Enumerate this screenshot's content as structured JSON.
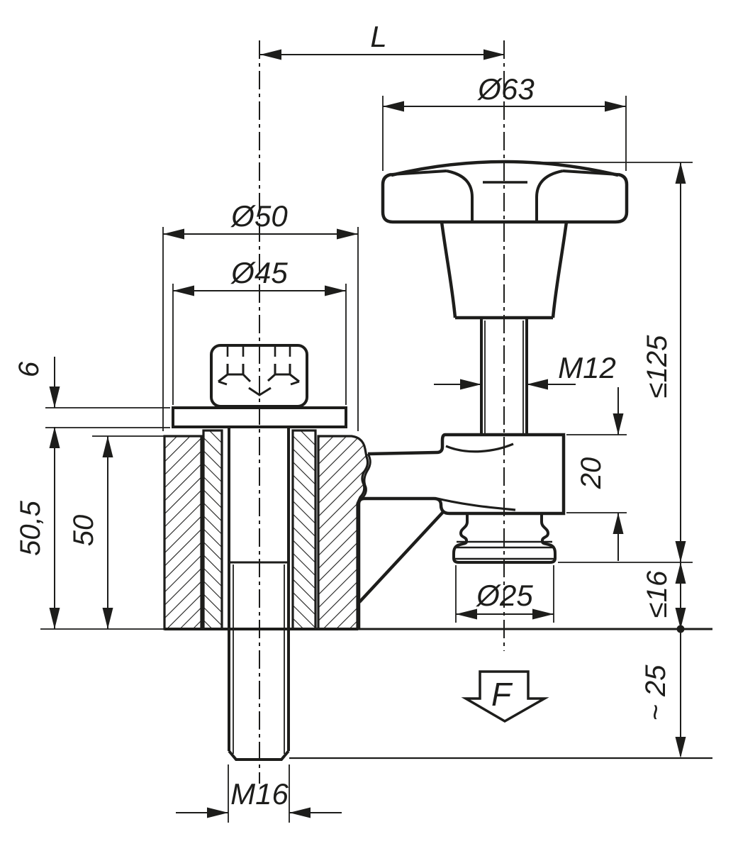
{
  "drawing": {
    "kind": "technical dimension drawing",
    "colors": {
      "line": "#1d1d1b",
      "background": "#ffffff"
    },
    "dim_labels": {
      "arm_length": "L",
      "knob_diameter": "Ø63",
      "boss_diameter": "Ø50",
      "washer_diameter": "Ø45",
      "washer_thickness": "6",
      "spindle_thread": "M12",
      "arm_thickness": "20",
      "max_height": "≤125",
      "bush_length": "50,5",
      "plate_thickness": "50",
      "clamping_range": "≤16",
      "pad_diameter": "Ø25",
      "protrusion": "~ 25",
      "force": "F",
      "bolt_thread": "M16"
    }
  }
}
